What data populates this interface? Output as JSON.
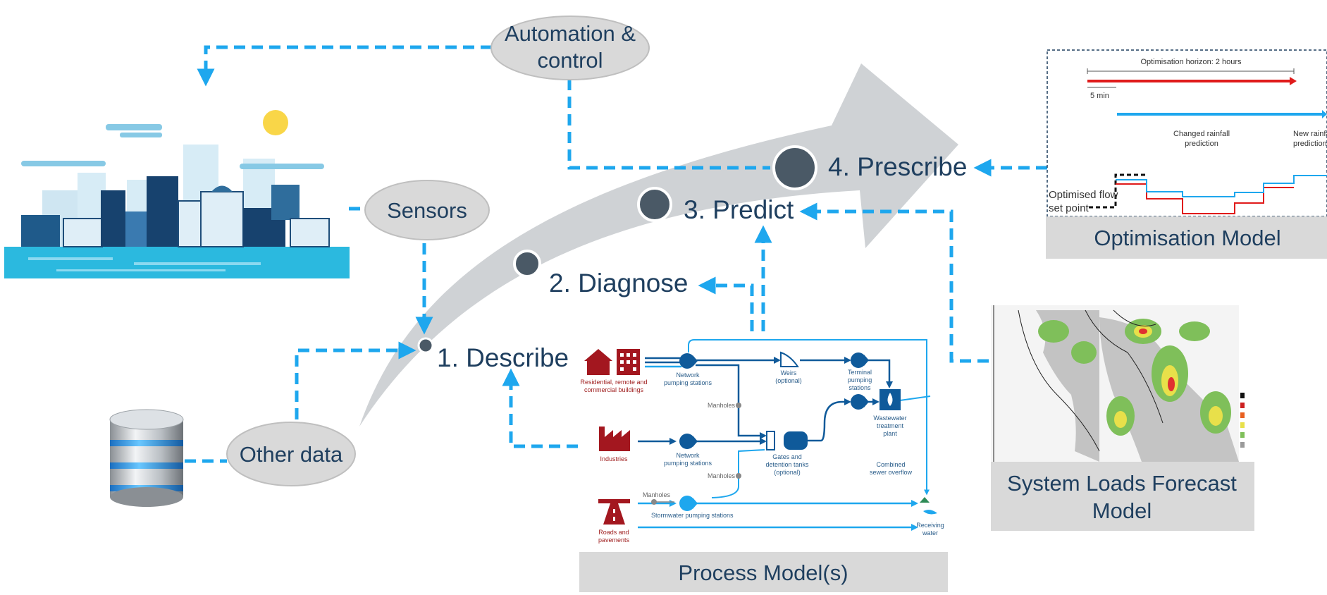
{
  "ovals": {
    "automation_line1": "Automation &",
    "automation_line2": "control",
    "sensors": "Sensors",
    "other_data": "Other data"
  },
  "stages": {
    "describe": "1. Describe",
    "diagnose": "2. Diagnose",
    "predict": "3. Predict",
    "prescribe": "4. Prescribe"
  },
  "panels": {
    "process_model": "Process Model(s)",
    "forecast_line1": "System Loads Forecast",
    "forecast_line2": "Model",
    "optimisation": "Optimisation Model"
  },
  "optimisation_chart": {
    "horizon_label": "Optimisation horizon: 2 hours",
    "step_label": "5 min",
    "changed_rainfall_1": "Changed rainfall",
    "changed_rainfall_2": "prediction",
    "new_rainfall_1": "New rainfa",
    "new_rainfall_2": "prediction",
    "flow_label_1": "Optimised flow",
    "flow_label_2": "set point"
  },
  "process_diagram": {
    "buildings_1": "Residential, remote and",
    "buildings_2": "commercial buildings",
    "industries": "Industries",
    "roads_1": "Roads and",
    "roads_2": "pavements",
    "network_ps_a1": "Network",
    "network_ps_a2": "pumping stations",
    "network_ps_b1": "Network",
    "network_ps_b2": "pumping stations",
    "weirs_1": "Weirs",
    "weirs_2": "(optional)",
    "terminal_1": "Terminal",
    "terminal_2": "pumping",
    "terminal_3": "stations",
    "wwtp_1": "Wastewater",
    "wwtp_2": "treatment",
    "wwtp_3": "plant",
    "manholes_a": "Manholes",
    "manholes_b": "Manholes",
    "manholes_c": "Manholes",
    "gates_1": "Gates and",
    "gates_2": "detention tanks",
    "gates_3": "(optional)",
    "cso_1": "Combined",
    "cso_2": "sewer overflow",
    "stormwater": "Stormwater pumping stations",
    "receiving_1": "Receiving",
    "receiving_2": "water"
  },
  "icons": [
    "city-skyline-icon",
    "sun-icon",
    "database-icon",
    "house-icon",
    "building-icon",
    "factory-icon",
    "road-icon",
    "pump-icon",
    "weir-icon",
    "wastewater-plant-icon",
    "receiving-water-icon",
    "rain-radar-map"
  ],
  "colors": {
    "accent_blue": "#1ea7ee",
    "oval_fill": "#d9d9d9",
    "arrow_grey": "#cfd2d5",
    "marker_dark": "#4a5966",
    "process_blue": "#0f5a9a",
    "process_red": "#a3171f"
  }
}
